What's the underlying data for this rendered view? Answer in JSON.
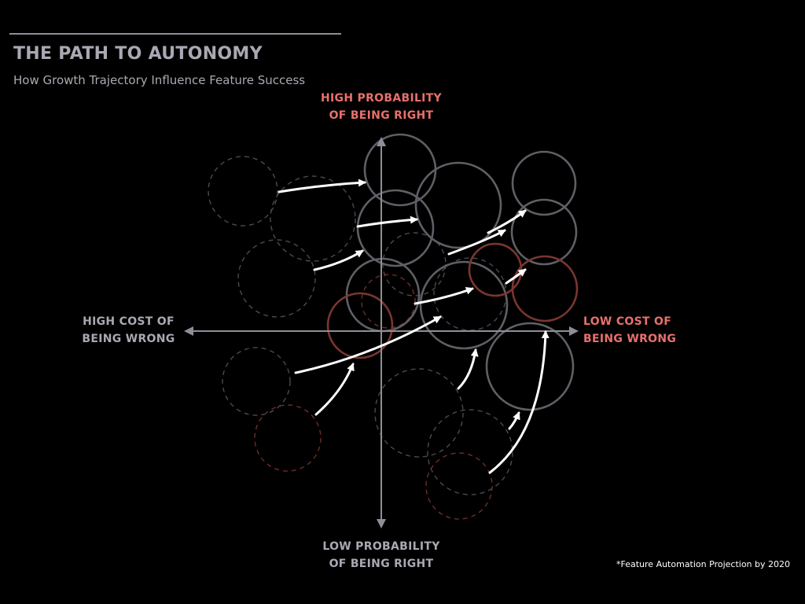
{
  "title": "THE PATH TO AUTONOMY",
  "subtitle": "How Growth Trajectory Influence Feature Success",
  "axes": {
    "top": [
      "HIGH PROBABILITY",
      "OF BEING RIGHT"
    ],
    "bottom": [
      "LOW PROBABILITY",
      "OF BEING RIGHT"
    ],
    "left": [
      "HIGH COST OF",
      "BEING WRONG"
    ],
    "right": [
      "LOW COST OF",
      "BEING WRONG"
    ]
  },
  "footnote": "*Feature Automation Projection by 2020",
  "colors": {
    "background": "#000000",
    "axis": "#8e8e98",
    "gray_text": "#a9a9b4",
    "highlight_red": "#e8706d",
    "solid_gray_circle": "#5f5f66",
    "dashed_gray_circle": "#4a4a50",
    "solid_red_circle": "#7a3530",
    "dashed_red_circle": "#6e2d29",
    "arrow": "#ffffff"
  }
}
